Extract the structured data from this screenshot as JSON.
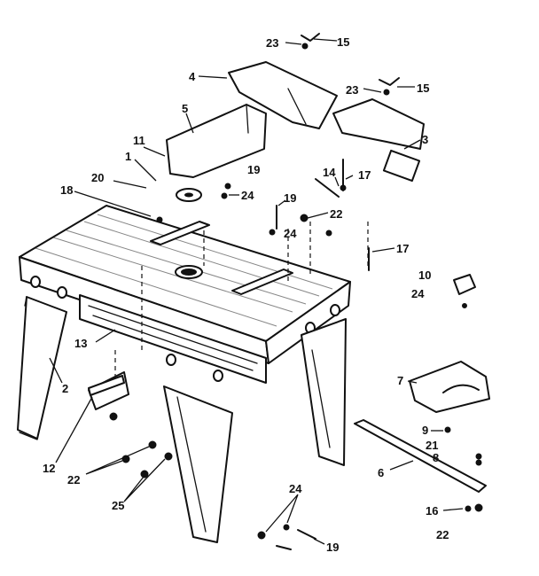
{
  "callouts": [
    {
      "id": "c15a",
      "text": "15"
    },
    {
      "id": "c23a",
      "text": "23"
    },
    {
      "id": "c4",
      "text": "4"
    },
    {
      "id": "c23b",
      "text": "23"
    },
    {
      "id": "c15b",
      "text": "15"
    },
    {
      "id": "c5",
      "text": "5"
    },
    {
      "id": "c3",
      "text": "3"
    },
    {
      "id": "c11",
      "text": "11"
    },
    {
      "id": "c1",
      "text": "1"
    },
    {
      "id": "c19a",
      "text": "19"
    },
    {
      "id": "c20",
      "text": "20"
    },
    {
      "id": "c18",
      "text": "18"
    },
    {
      "id": "c24a",
      "text": "24"
    },
    {
      "id": "c14",
      "text": "14"
    },
    {
      "id": "c17a",
      "text": "17"
    },
    {
      "id": "c19b",
      "text": "19"
    },
    {
      "id": "c22a",
      "text": "22"
    },
    {
      "id": "c24b",
      "text": "24"
    },
    {
      "id": "c17b",
      "text": "17"
    },
    {
      "id": "c10",
      "text": "10"
    },
    {
      "id": "c24c",
      "text": "24"
    },
    {
      "id": "c13",
      "text": "13"
    },
    {
      "id": "c2",
      "text": "2"
    },
    {
      "id": "c7",
      "text": "7"
    },
    {
      "id": "c9",
      "text": "9"
    },
    {
      "id": "c21",
      "text": "21"
    },
    {
      "id": "c8",
      "text": "8"
    },
    {
      "id": "c6",
      "text": "6"
    },
    {
      "id": "c12",
      "text": "12"
    },
    {
      "id": "c22b",
      "text": "22"
    },
    {
      "id": "c25",
      "text": "25"
    },
    {
      "id": "c24d",
      "text": "24"
    },
    {
      "id": "c16",
      "text": "16"
    },
    {
      "id": "c19c",
      "text": "19"
    },
    {
      "id": "c22c",
      "text": "22"
    }
  ]
}
